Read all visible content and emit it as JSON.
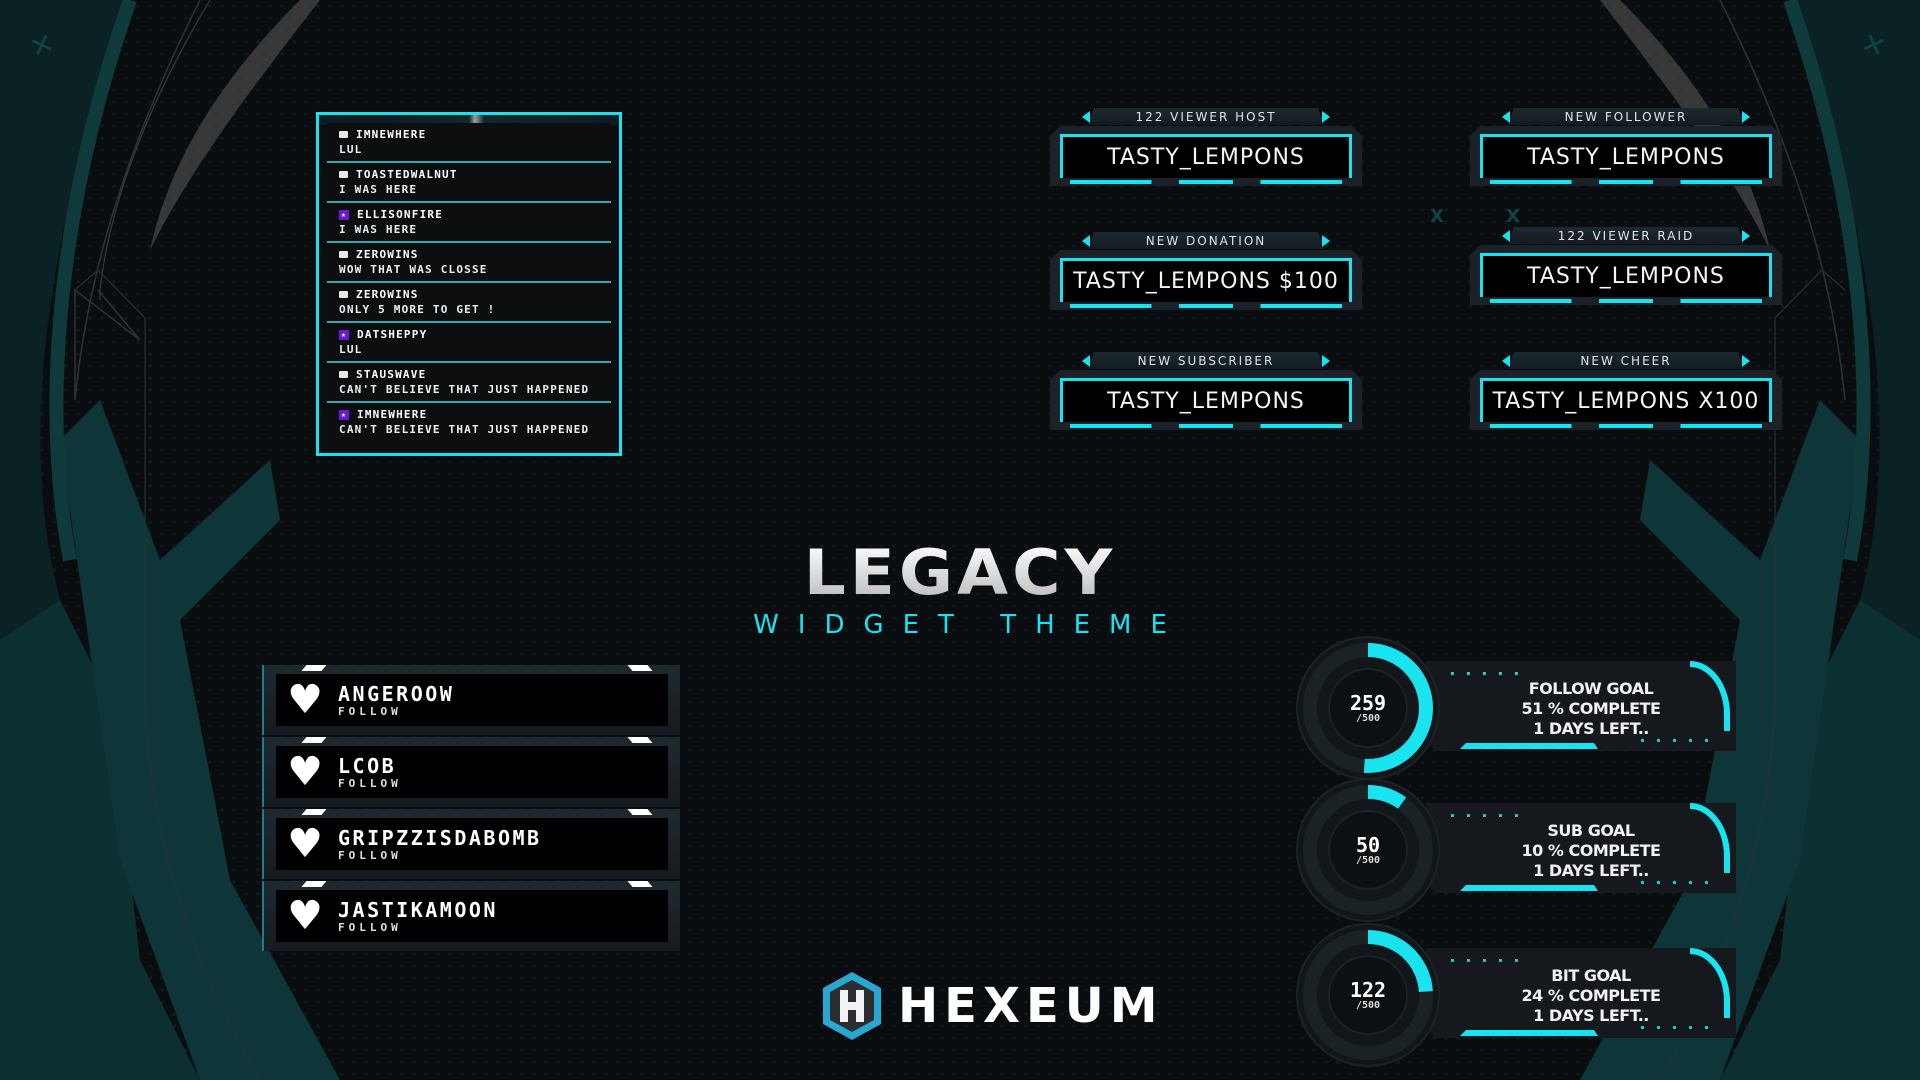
{
  "chat": {
    "messages": [
      {
        "badge": "camera",
        "user": "IMNEWHERE",
        "text": "LUL"
      },
      {
        "badge": "camera",
        "user": "TOASTEDWALNUT",
        "text": "I WAS HERE"
      },
      {
        "badge": "star",
        "user": "ELLISONFIRE",
        "text": "I WAS HERE"
      },
      {
        "badge": "camera",
        "user": "ZEROWINS",
        "text": "WOW THAT WAS CLOSSE"
      },
      {
        "badge": "camera",
        "user": "ZEROWINS",
        "text": "ONLY 5 MORE TO GET !"
      },
      {
        "badge": "star",
        "user": "DATSHEPPY",
        "text": "LUL"
      },
      {
        "badge": "camera",
        "user": "STAUSWAVE",
        "text": "CAN'T BELIEVE THAT JUST HAPPENED"
      },
      {
        "badge": "star",
        "user": "IMNEWHERE",
        "text": "CAN'T BELIEVE THAT JUST HAPPENED"
      }
    ]
  },
  "alerts": [
    {
      "label": "122 VIEWER HOST",
      "value": "TASTY_LEMPONS"
    },
    {
      "label": "NEW DONATION",
      "value": "TASTY_LEMPONS $100"
    },
    {
      "label": "NEW SUBSCRIBER",
      "value": "TASTY_LEMPONS"
    },
    {
      "label": "NEW FOLLOWER",
      "value": "TASTY_LEMPONS"
    },
    {
      "label": "122 VIEWER RAID",
      "value": "TASTY_LEMPONS"
    },
    {
      "label": "NEW CHEER",
      "value": "TASTY_LEMPONS X100"
    }
  ],
  "title": {
    "main": "LEGACY",
    "sub": "WIDGET THEME"
  },
  "follows": [
    {
      "name": "ANGEROOW",
      "type": "FOLLOW",
      "icon": "heart-icon"
    },
    {
      "name": "LCOB",
      "type": "FOLLOW",
      "icon": "heart-icon"
    },
    {
      "name": "GRIPZZISDABOMB",
      "type": "FOLLOW",
      "icon": "heart-icon"
    },
    {
      "name": "JASTIKAMOON",
      "type": "FOLLOW",
      "icon": "heart-icon"
    }
  ],
  "goals": [
    {
      "value": "259",
      "max": "/500",
      "percent": 51,
      "title": "FOLLOW GOAL",
      "complete": "51 % COMPLETE",
      "days": "1 DAYS LEFT.."
    },
    {
      "value": "50",
      "max": "/500",
      "percent": 10,
      "title": "SUB GOAL",
      "complete": "10 % COMPLETE",
      "days": "1 DAYS LEFT.."
    },
    {
      "value": "122",
      "max": "/500",
      "percent": 24,
      "title": "BIT GOAL",
      "complete": "24 % COMPLETE",
      "days": "1 DAYS LEFT.."
    }
  ],
  "brand": {
    "name": "HEXEUM",
    "logo_letter": "H"
  },
  "colors": {
    "accent": "#19e3ef",
    "background": "#0a0d10",
    "teal_dark": "#0f3a3c",
    "sub_badge": "#6a18d6"
  }
}
